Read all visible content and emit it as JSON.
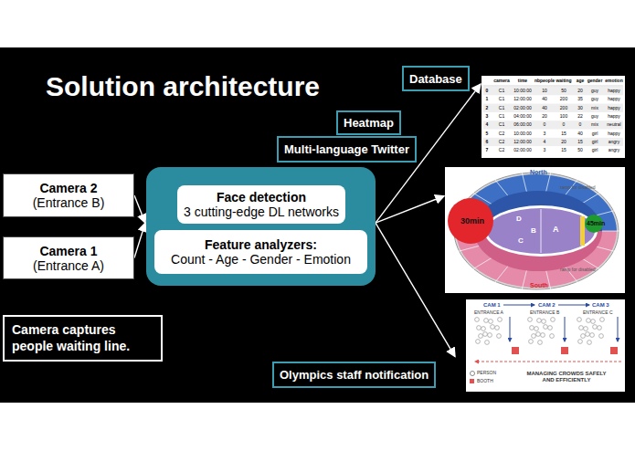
{
  "diagram": {
    "title": "Solution architecture",
    "nodes": [
      {
        "text": [
          "Camera 2",
          "(Entrance B)"
        ]
      },
      {
        "text": [
          "Camera 1",
          "(Entrance A)"
        ]
      },
      {
        "text": []
      },
      {
        "text": [
          "Face detection",
          "3 cutting-edge DL networks"
        ],
        "in": 2
      },
      {
        "text": [
          "Feature analyzers:",
          "Count - Age - Gender - Emotion"
        ],
        "in": 2
      },
      {
        "text": [
          "Database"
        ]
      },
      {
        "text": [
          "Heatmap"
        ]
      },
      {
        "text": [
          "Multi-language Twitter"
        ]
      },
      {
        "text": [
          "Camera captures people waiting line."
        ]
      },
      {
        "text": [
          "Olympics staff notification"
        ]
      },
      {
        "text": [
          "camera",
          "time",
          "nbpeople",
          "waiting",
          "age",
          "gender",
          "emotion",
          "0",
          "C1",
          "10:00:00",
          "10",
          "50",
          "20",
          "guy",
          "happy",
          "1",
          "C1",
          "12:00:00",
          "40",
          "200",
          "35",
          "guy",
          "happy",
          "2",
          "C1",
          "02:00:00",
          "40",
          "200",
          "30",
          "mix",
          "happy",
          "3",
          "C1",
          "04:00:00",
          "20",
          "100",
          "22",
          "guy",
          "happy",
          "4",
          "C1",
          "06:00:00",
          "0",
          "0",
          "0",
          "mix",
          "neutral",
          "5",
          "C2",
          "10:00:00",
          "3",
          "15",
          "40",
          "girl",
          "happy",
          "6",
          "C2",
          "12:00:00",
          "4",
          "20",
          "15",
          "girl",
          "angry",
          "7",
          "C2",
          "02:00:00",
          "3",
          "15",
          "50",
          "girl",
          "angry"
        ]
      },
      {
        "text": [
          "North",
          "D",
          "B",
          "A",
          "C",
          "30min",
          "45min",
          "ramp for disabled",
          "ramp for disabled",
          "South"
        ]
      },
      {
        "text": [
          "CAM 1",
          "CAM 2",
          "CAM 3",
          "ENTRANCE A",
          "ENTRANCE B",
          "ENTRANCE C",
          "MANAGING CROWDS SAFELY AND EFFICIENTLY"
        ]
      }
    ],
    "edges": [
      {
        "from": 0,
        "to": 2,
        "arrow": "to"
      },
      {
        "from": 1,
        "to": 2,
        "arrow": "to"
      },
      {
        "from": 2,
        "to": 10,
        "arrow": "to"
      },
      {
        "from": 2,
        "to": 11,
        "arrow": "to"
      },
      {
        "from": 2,
        "to": 12,
        "arrow": "to"
      }
    ],
    "legend": [
      {
        "text": "PERSON"
      },
      {
        "text": "BOOTH",
        "color": "#e05252"
      }
    ]
  }
}
